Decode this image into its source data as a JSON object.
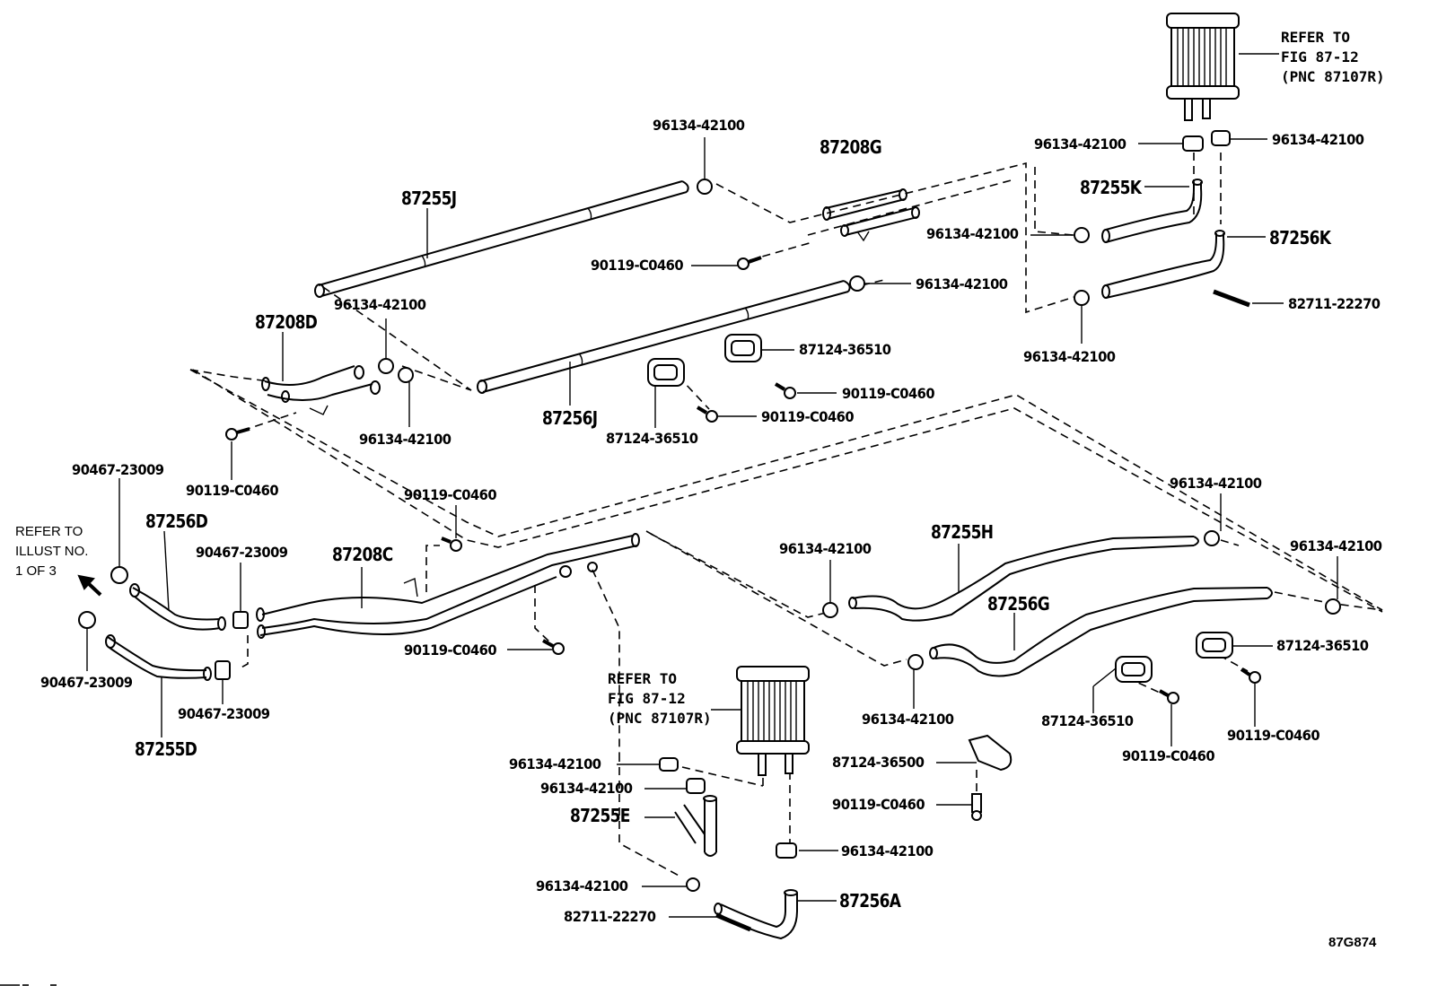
{
  "figure_code": "87G874",
  "notes": {
    "refer_illust": [
      "REFER TO",
      "ILLUST NO.",
      "1 OF 3"
    ],
    "refer_fig_top": [
      "REFER TO",
      "FIG 87-12",
      "(PNC 87107R)"
    ],
    "refer_fig_mid": [
      "REFER TO",
      "FIG 87-12",
      "(PNC 87107R)"
    ]
  },
  "parts": {
    "hose_87255J": "87255J",
    "hose_87256J": "87256J",
    "pipe_87208G": "87208G",
    "pipe_87208D": "87208D",
    "pipe_87208C": "87208C",
    "hose_87255K": "87255K",
    "hose_87256K": "87256K",
    "hose_87256D": "87256D",
    "hose_87255D": "87255D",
    "hose_87255H": "87255H",
    "hose_87256G": "87256G",
    "hose_87255E": "87255E",
    "hose_87256A": "87256A",
    "clamp": "96134-42100",
    "bolt": "90119-C0460",
    "clip": "90467-23009",
    "clamp_holder": "87124-36510",
    "clamp_holder_b": "87124-36500",
    "tie_band": "82711-22270"
  }
}
